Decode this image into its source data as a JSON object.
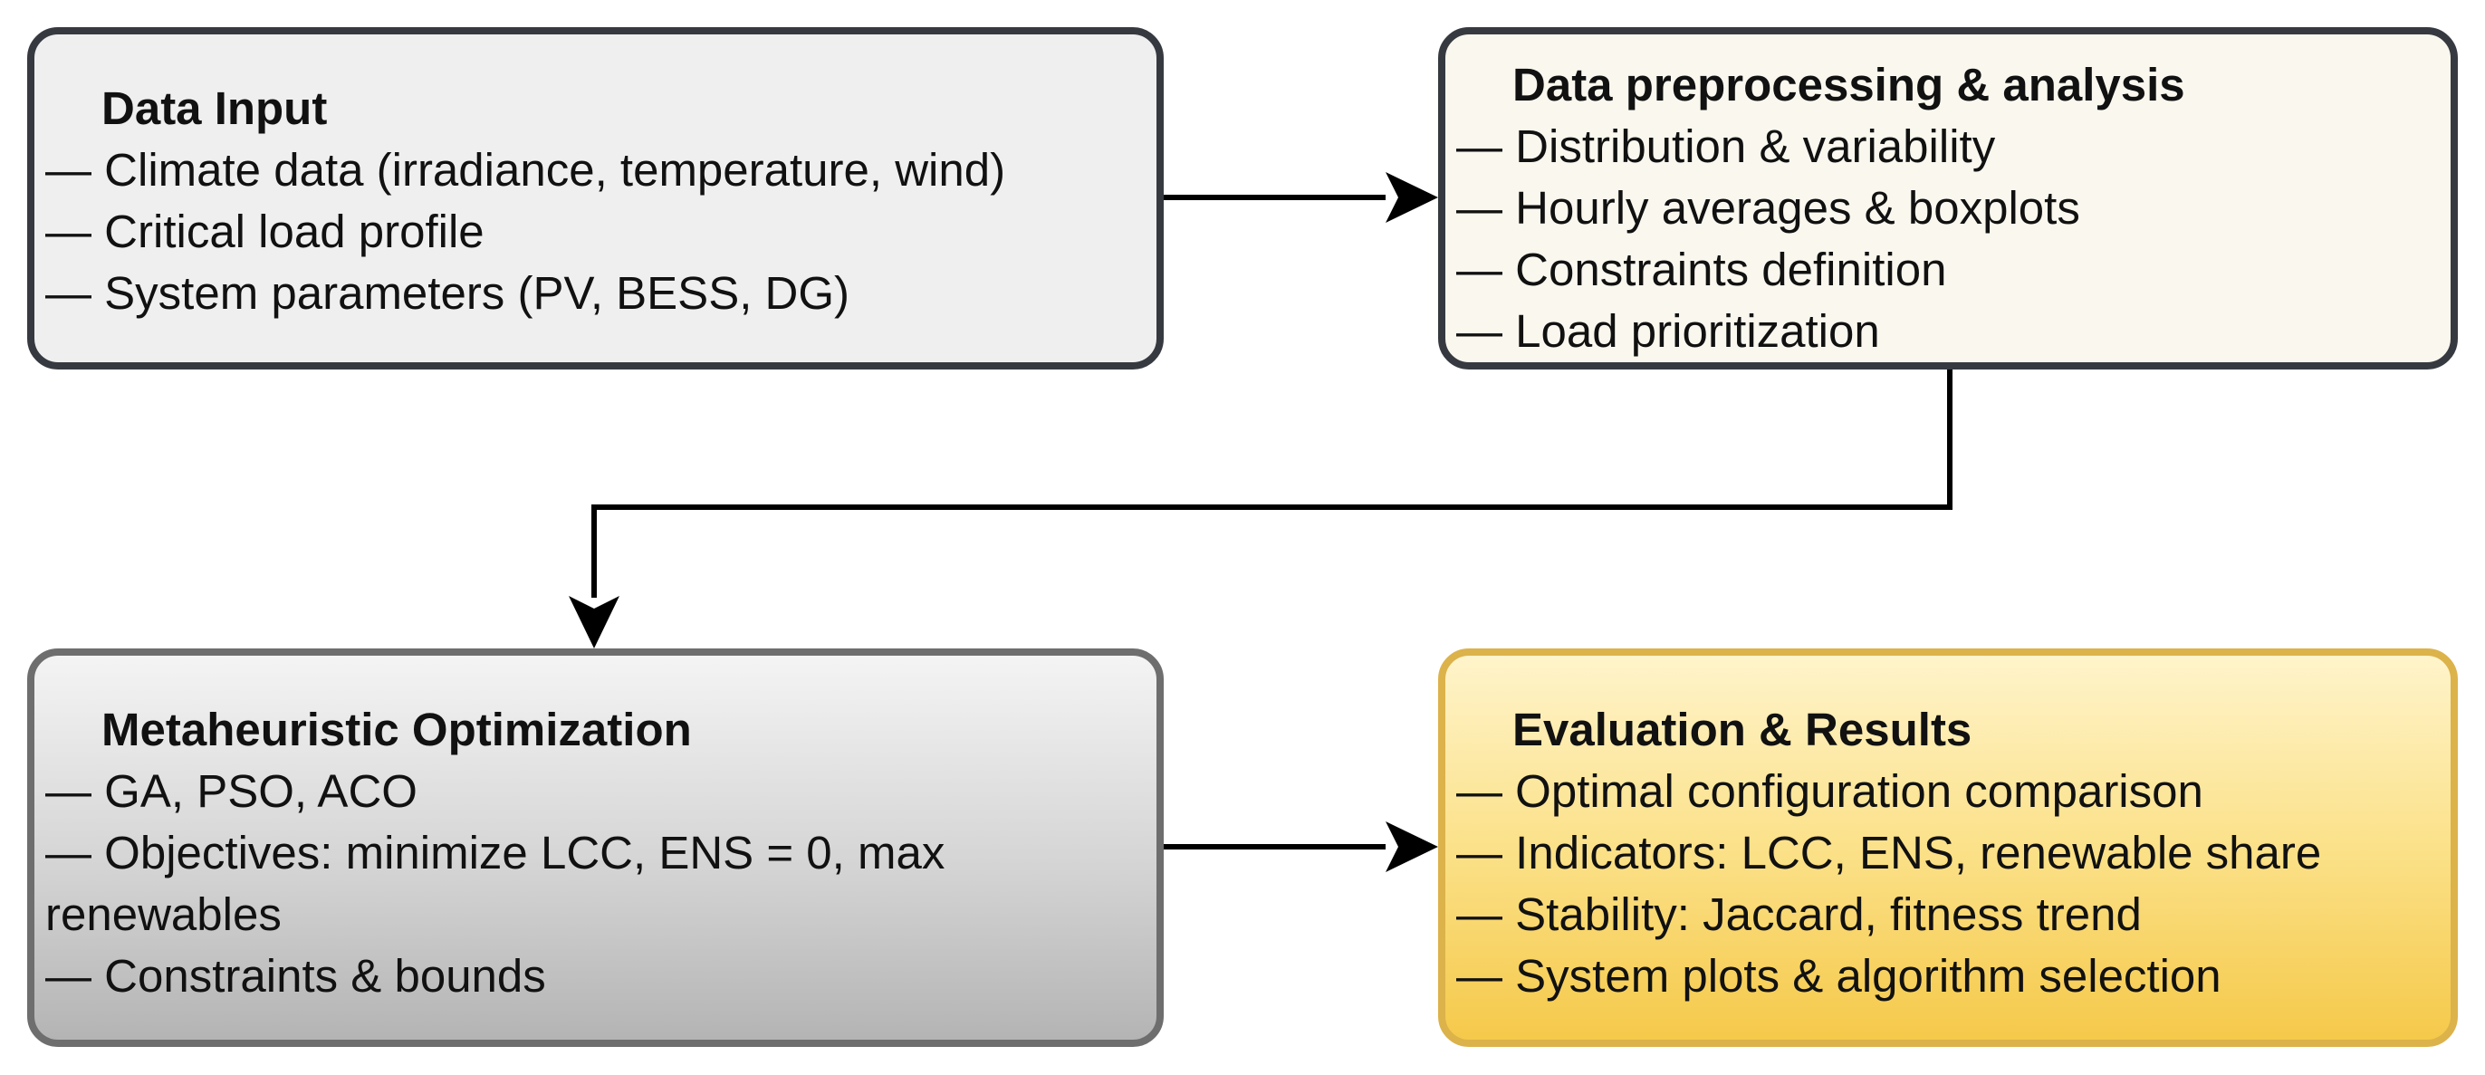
{
  "boxes": {
    "data_input": {
      "title": "Data Input",
      "items": [
        "— Climate data (irradiance, temperature, wind)",
        "— Critical load profile",
        "— System parameters (PV, BESS, DG)"
      ]
    },
    "preprocessing": {
      "title": "Data preprocessing & analysis",
      "items": [
        "— Distribution & variability",
        "— Hourly averages & boxplots",
        "— Constraints definition",
        "— Load prioritization"
      ]
    },
    "optimization": {
      "title": "Metaheuristic Optimization",
      "items": [
        "— GA, PSO, ACO",
        "— Objectives: minimize LCC, ENS = 0, max renewables",
        "— Constraints & bounds"
      ]
    },
    "results": {
      "title": "Evaluation & Results",
      "items": [
        "— Optimal configuration comparison",
        "— Indicators: LCC, ENS, renewable share",
        "— Stability: Jaccard, fitness trend",
        "— System plots & algorithm selection"
      ]
    }
  },
  "colors": {
    "arrow": "#000000",
    "data_input_fill": "#efefef",
    "preprocessing_fill": "#f9f7ee",
    "optimization_border": "#6e6e6e",
    "results_border": "#dcb24b"
  }
}
